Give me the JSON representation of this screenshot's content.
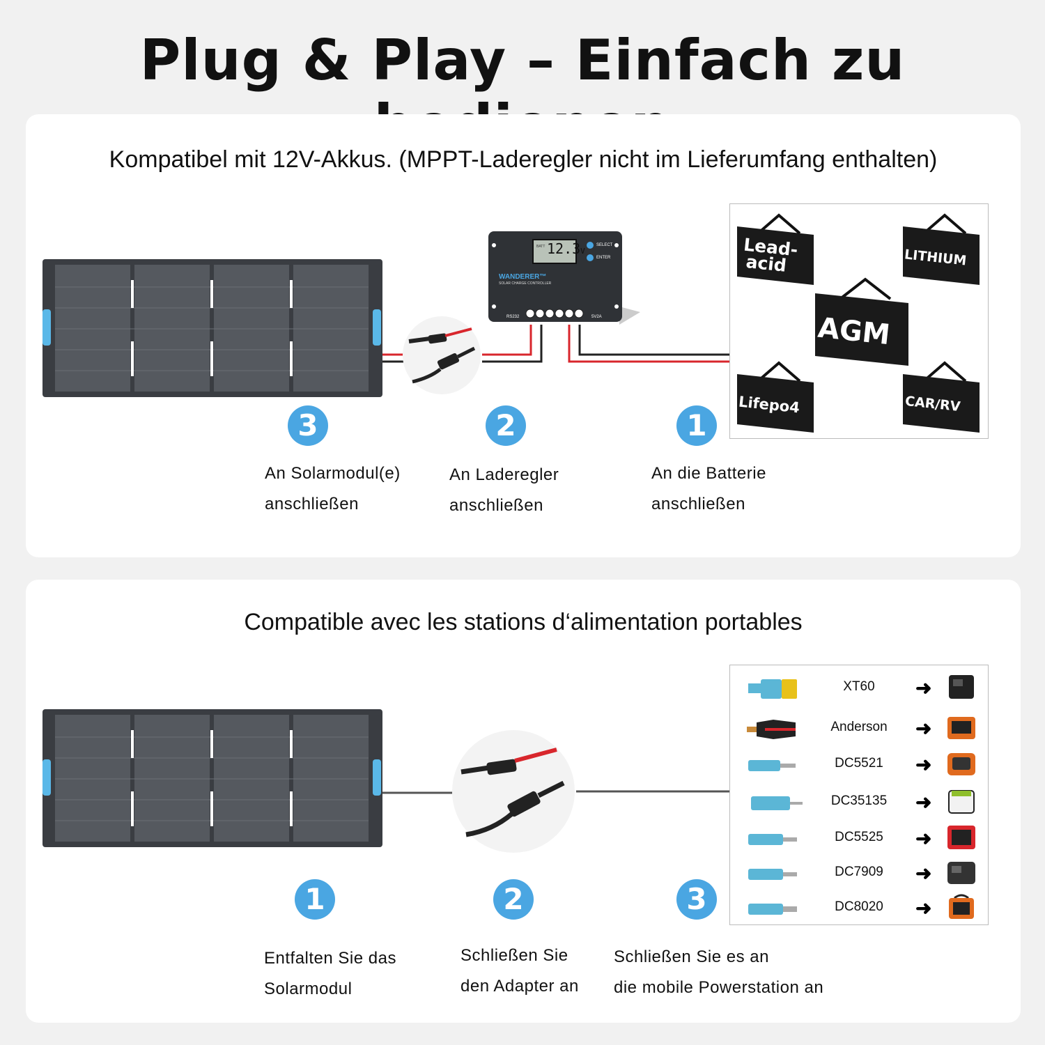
{
  "title": "Plug & Play – Einfach zu bedienen",
  "top_section": {
    "subtitle": "Kompatibel mit 12V-Akkus. (MPPT-Laderegler nicht im Lieferumfang enthalten)",
    "controller": {
      "display_value": "12.3",
      "display_unit": "V",
      "batt_label": "BATT",
      "select_label": "SELECT",
      "enter_label": "ENTER",
      "brand": "WANDERER™",
      "brand_sub": "SOLAR CHARGE CONTROLLER",
      "port_left": "RS232",
      "port_right": "5V2A"
    },
    "batteries": [
      "Lead-acid",
      "LITHIUM",
      "AGM",
      "Lifepo4",
      "CAR/RV"
    ],
    "steps": [
      {
        "number": "3",
        "line1": "An Solarmodul(e)",
        "line2": "anschließen"
      },
      {
        "number": "2",
        "line1": "An Laderegler",
        "line2": "anschließen"
      },
      {
        "number": "1",
        "line1": "An die Batterie",
        "line2": "anschließen"
      }
    ]
  },
  "bottom_section": {
    "subtitle": "Compatible avec les stations d‘alimentation portables",
    "connectors": [
      "XT60",
      "Anderson",
      "DC5521",
      "DC35135",
      "DC5525",
      "DC7909",
      "DC8020"
    ],
    "steps": [
      {
        "number": "1",
        "line1": "Entfalten Sie das",
        "line2": "Solarmodul"
      },
      {
        "number": "2",
        "line1": "Schließen Sie",
        "line2": "den Adapter an"
      },
      {
        "number": "3",
        "line1": "Schließen Sie es an",
        "line2": "die mobile Powerstation an"
      }
    ]
  },
  "colors": {
    "step_circle": "#4aa6e2",
    "panel": "#3a3d42",
    "handle": "#5ab8e8",
    "wire_red": "#d8262c",
    "connector_blue": "#5bb6d6"
  }
}
